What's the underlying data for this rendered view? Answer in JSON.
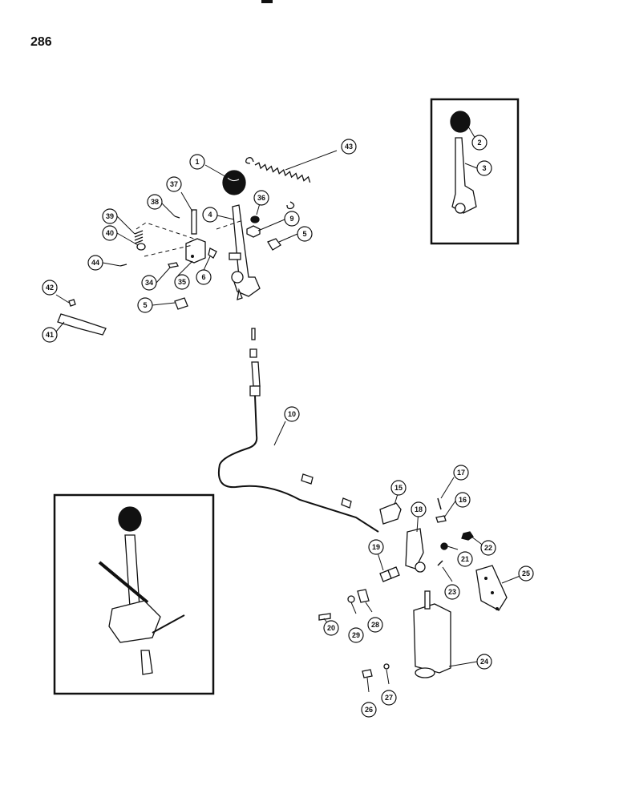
{
  "page": {
    "number": "286"
  },
  "callouts": {
    "c1": "1",
    "c2": "2",
    "c3": "3",
    "c4": "4",
    "c5a": "5",
    "c5b": "5",
    "c6": "6",
    "c9": "9",
    "c10": "10",
    "c15": "15",
    "c16": "16",
    "c17": "17",
    "c18": "18",
    "c19": "19",
    "c20": "20",
    "c21": "21",
    "c22": "22",
    "c23": "23",
    "c24": "24",
    "c25": "25",
    "c26": "26",
    "c27": "27",
    "c28": "28",
    "c29": "29",
    "c34": "34",
    "c35": "35",
    "c36": "36",
    "c37": "37",
    "c38": "38",
    "c39": "39",
    "c40": "40",
    "c41": "41",
    "c42": "42",
    "c43": "43",
    "c44": "44"
  }
}
